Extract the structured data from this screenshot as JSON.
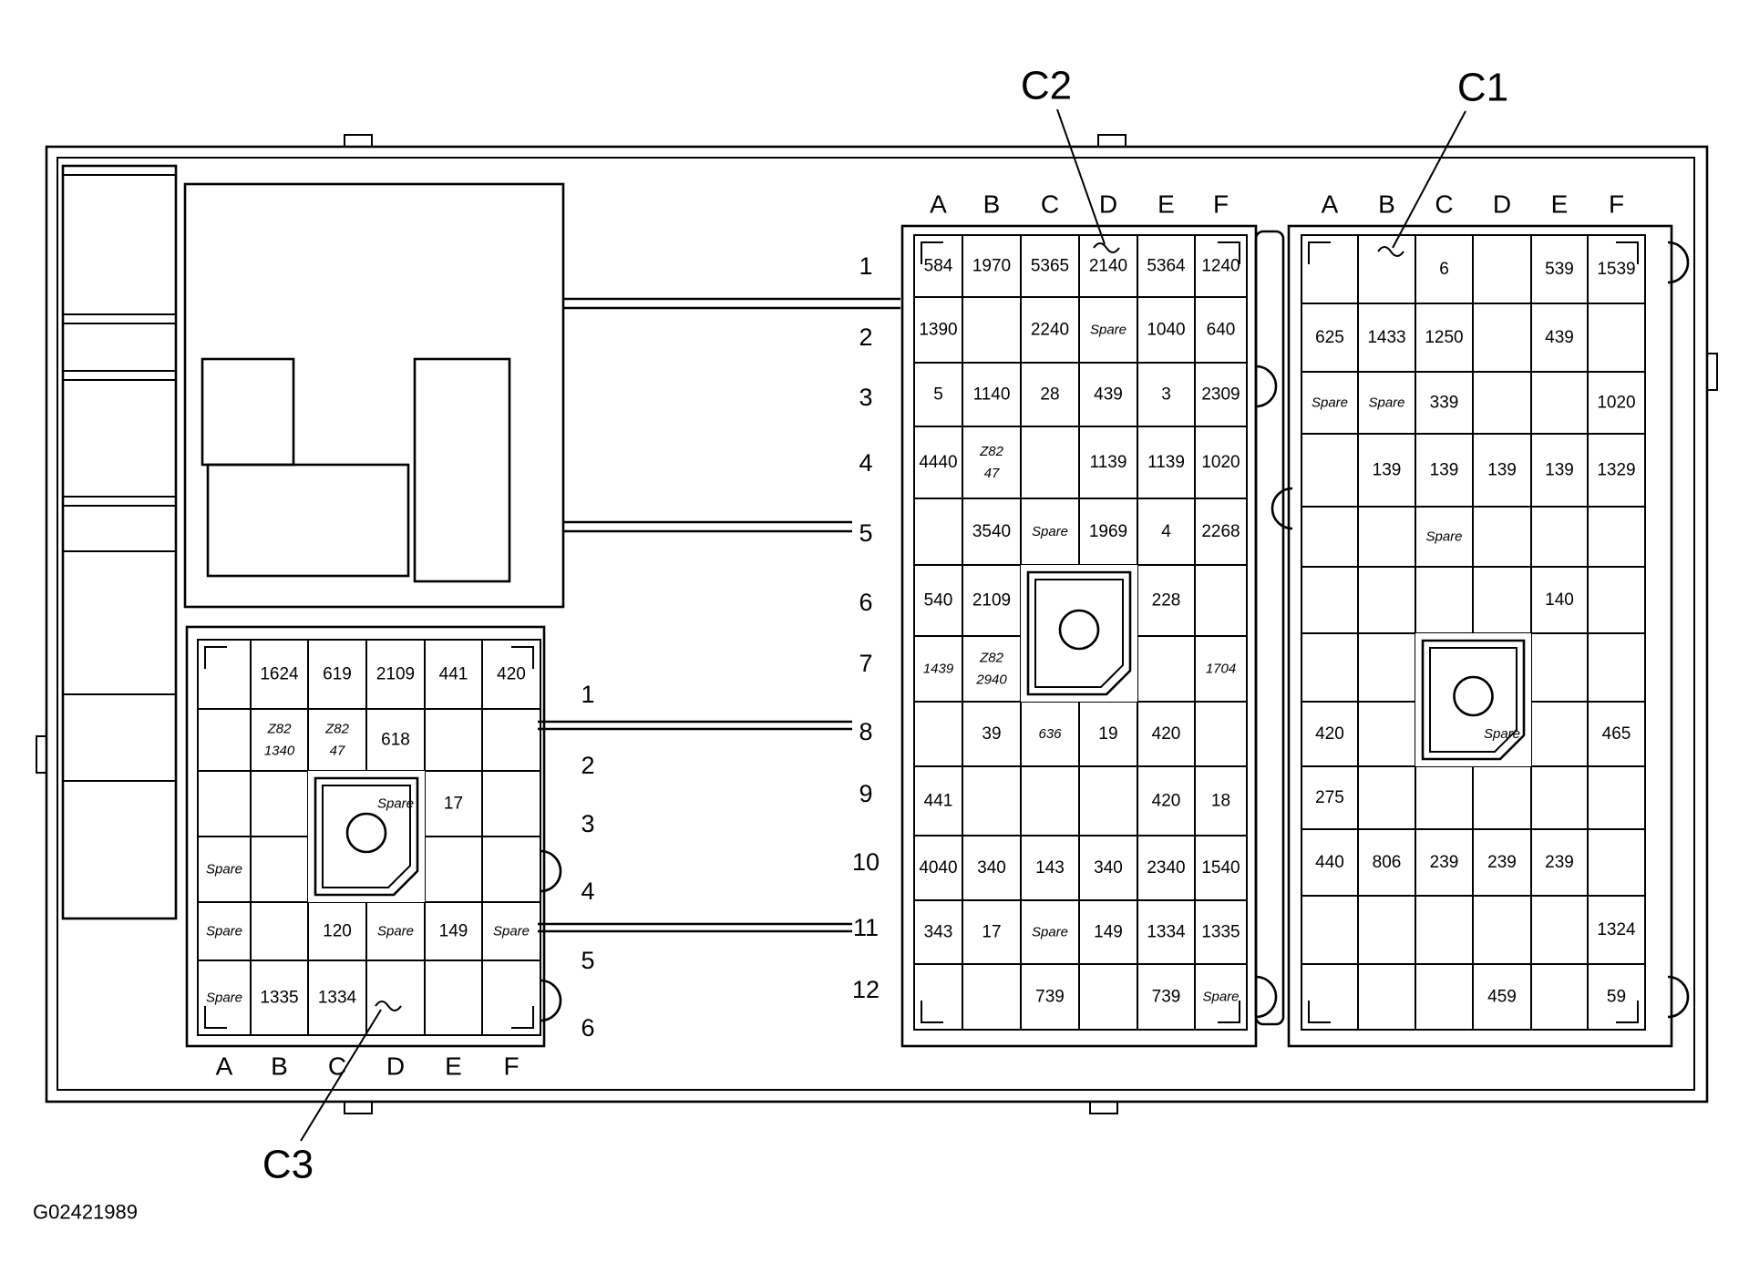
{
  "figure_id": "G02421989",
  "callouts": {
    "c1": "C1",
    "c2": "C2",
    "c3": "C3"
  },
  "columns": [
    "A",
    "B",
    "C",
    "D",
    "E",
    "F"
  ],
  "connectors": {
    "c2": {
      "rows": [
        "1",
        "2",
        "3",
        "4",
        "5",
        "6",
        "7",
        "8",
        "9",
        "10",
        "11",
        "12"
      ],
      "cells": [
        [
          {
            "t": "584"
          },
          {
            "t": "1970"
          },
          {
            "t": "5365"
          },
          {
            "t": "2140"
          },
          {
            "t": "5364"
          },
          {
            "t": "1240"
          }
        ],
        [
          {
            "t": "1390"
          },
          null,
          {
            "t": "2240"
          },
          {
            "t": "Spare",
            "s": 1
          },
          {
            "t": "1040"
          },
          {
            "t": "640"
          }
        ],
        [
          {
            "t": "5"
          },
          {
            "t": "1140"
          },
          {
            "t": "28"
          },
          {
            "t": "439"
          },
          {
            "t": "3"
          },
          {
            "t": "2309"
          }
        ],
        [
          {
            "t": "4440"
          },
          {
            "t": "Z82",
            "t2": "47",
            "s": 1
          },
          null,
          {
            "t": "1139"
          },
          {
            "t": "1139"
          },
          {
            "t": "1020"
          }
        ],
        [
          null,
          {
            "t": "3540"
          },
          {
            "t": "Spare",
            "s": 1
          },
          {
            "t": "1969"
          },
          {
            "t": "4"
          },
          {
            "t": "2268"
          }
        ],
        [
          {
            "t": "540"
          },
          {
            "t": "2109"
          },
          null,
          null,
          {
            "t": "228"
          },
          null
        ],
        [
          {
            "t": "1439",
            "s": 1
          },
          {
            "t": "Z82",
            "t2": "2940",
            "s": 1
          },
          null,
          null,
          null,
          {
            "t": "1704",
            "s": 1
          }
        ],
        [
          null,
          {
            "t": "39"
          },
          {
            "t": "636",
            "s": 1
          },
          {
            "t": "19"
          },
          {
            "t": "420"
          },
          null
        ],
        [
          {
            "t": "441"
          },
          null,
          null,
          null,
          {
            "t": "420"
          },
          {
            "t": "18"
          }
        ],
        [
          {
            "t": "4040"
          },
          {
            "t": "340"
          },
          {
            "t": "143"
          },
          {
            "t": "340"
          },
          {
            "t": "2340"
          },
          {
            "t": "1540"
          }
        ],
        [
          {
            "t": "343"
          },
          {
            "t": "17"
          },
          {
            "t": "Spare",
            "s": 1
          },
          {
            "t": "149"
          },
          {
            "t": "1334"
          },
          {
            "t": "1335"
          }
        ],
        [
          null,
          null,
          {
            "t": "739"
          },
          null,
          {
            "t": "739"
          },
          {
            "t": "Spare",
            "s": 1
          }
        ]
      ]
    },
    "c1": {
      "cells": [
        [
          null,
          null,
          {
            "t": "6"
          },
          null,
          {
            "t": "539"
          },
          {
            "t": "1539"
          }
        ],
        [
          {
            "t": "625"
          },
          {
            "t": "1433"
          },
          {
            "t": "1250"
          },
          null,
          {
            "t": "439"
          },
          null
        ],
        [
          {
            "t": "Spare",
            "s": 1
          },
          {
            "t": "Spare",
            "s": 1
          },
          {
            "t": "339"
          },
          null,
          null,
          {
            "t": "1020"
          }
        ],
        [
          null,
          {
            "t": "139"
          },
          {
            "t": "139"
          },
          {
            "t": "139"
          },
          {
            "t": "139"
          },
          {
            "t": "1329"
          }
        ],
        [
          null,
          null,
          {
            "t": "Spare",
            "s": 1
          },
          null,
          null,
          null
        ],
        [
          null,
          null,
          null,
          null,
          {
            "t": "140"
          },
          null
        ],
        [
          null,
          null,
          null,
          null,
          null,
          null
        ],
        [
          {
            "t": "420"
          },
          null,
          null,
          {
            "t": "Spare",
            "s": 1
          },
          null,
          {
            "t": "465"
          }
        ],
        [
          {
            "t": "275"
          },
          null,
          null,
          null,
          null,
          null
        ],
        [
          {
            "t": "440"
          },
          {
            "t": "806"
          },
          {
            "t": "239"
          },
          {
            "t": "239"
          },
          {
            "t": "239"
          },
          null
        ],
        [
          null,
          null,
          null,
          null,
          null,
          {
            "t": "1324"
          }
        ],
        [
          null,
          null,
          null,
          {
            "t": "459"
          },
          null,
          {
            "t": "59"
          }
        ]
      ]
    },
    "c3": {
      "rows": [
        "1",
        "2",
        "3",
        "4",
        "5",
        "6"
      ],
      "cells": [
        [
          null,
          {
            "t": "1624"
          },
          {
            "t": "619"
          },
          {
            "t": "2109"
          },
          {
            "t": "441"
          },
          {
            "t": "420"
          }
        ],
        [
          null,
          {
            "t": "Z82",
            "t2": "1340",
            "s": 1
          },
          {
            "t": "Z82",
            "t2": "47",
            "s": 1
          },
          {
            "t": "618"
          },
          null,
          null
        ],
        [
          null,
          null,
          null,
          {
            "t": "Spare",
            "s": 1
          },
          {
            "t": "17"
          },
          null
        ],
        [
          {
            "t": "Spare",
            "s": 1
          },
          null,
          null,
          null,
          null,
          null
        ],
        [
          {
            "t": "Spare",
            "s": 1
          },
          null,
          {
            "t": "120"
          },
          {
            "t": "Spare",
            "s": 1
          },
          {
            "t": "149"
          },
          {
            "t": "Spare",
            "s": 1
          }
        ],
        [
          {
            "t": "Spare",
            "s": 1
          },
          {
            "t": "1335"
          },
          {
            "t": "1334"
          },
          null,
          null,
          null
        ]
      ]
    }
  }
}
